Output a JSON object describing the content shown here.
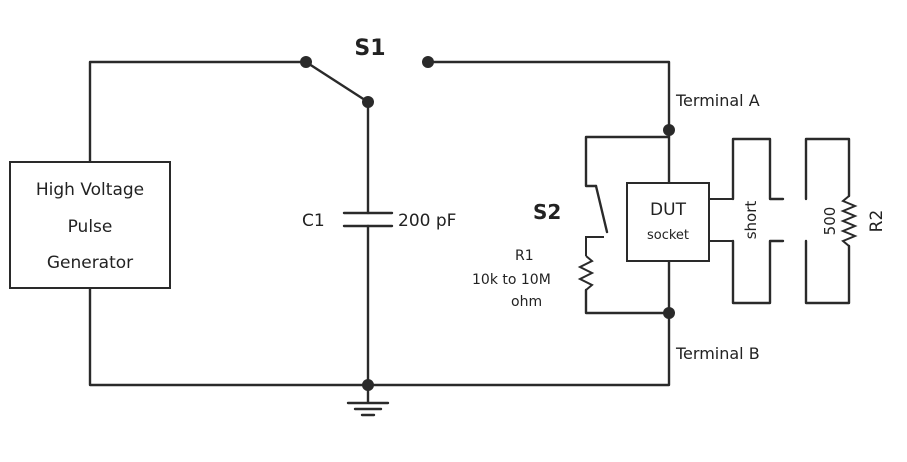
{
  "diagram": {
    "generator_line1": "High Voltage",
    "generator_line2": "Pulse",
    "generator_line3": "Generator",
    "s1_label": "S1",
    "c1_label": "C1",
    "c1_value": "200 pF",
    "s2_label": "S2",
    "r1_label": "R1",
    "r1_range": "10k to 10M",
    "r1_unit": "ohm",
    "dut_line1": "DUT",
    "dut_line2": "socket",
    "short_label": "short",
    "r2_value": "500",
    "r2_label": "R2",
    "terminal_a": "Terminal A",
    "terminal_b": "Terminal B"
  }
}
